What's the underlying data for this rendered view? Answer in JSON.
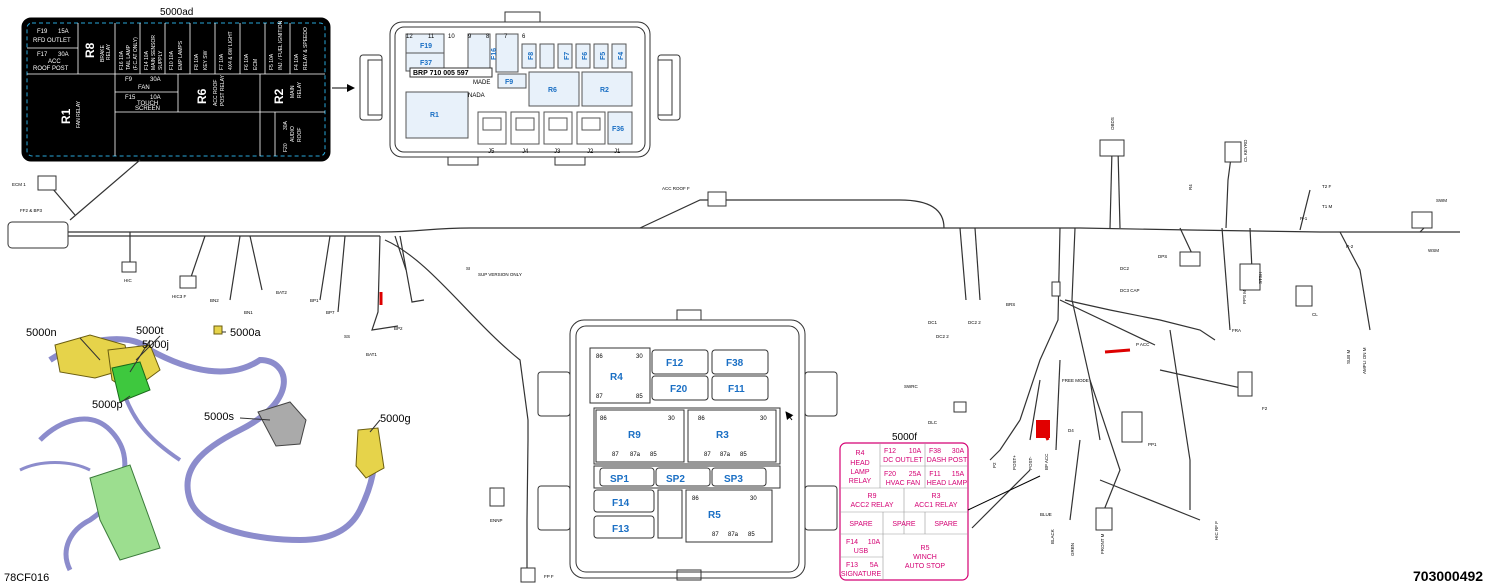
{
  "labels": {
    "top_panel_ref": "5000ad",
    "bottom_panel_ref": "5000f",
    "figure_code": "78CF016",
    "part_number": "703000492"
  },
  "black_panel": {
    "f19": "F19",
    "f19_amp": "15A",
    "f19_name": "RFD OUTLET",
    "f17": "F17",
    "f17_amp": "30A",
    "f17_name1": "ACC",
    "f17_name2": "ROOF POST",
    "r8": "R8",
    "r8_name1": "BRAKE",
    "r8_name2": "RELAY",
    "col1": "F16  10A",
    "col1b": "TAIL LAMP",
    "col1c": "(F.C.AT ONLY)",
    "col2": "F14  10A",
    "col2b": "MAIN SENSOR",
    "col2c": "SUPPLY",
    "col3": "F10  10A",
    "col3b": "EMP LAMPS",
    "col4": "F8  10A",
    "col4b": "KEY SW",
    "col5": "F7  10A",
    "col5b": "4X4 & 6W LIGHT",
    "col6": "F6  10A",
    "col6b": "ECM",
    "col7": "F5  10A",
    "col7b": "INJ. / FUEL IGNITION",
    "col8": "F4  10A",
    "col8b": "RELAY & SPEEDO",
    "f9": "F9",
    "f9_amp": "30A",
    "fan": "FAN",
    "f15": "F15",
    "f15_amp": "10A",
    "touch1": "TOUCH",
    "touch2": "SCREEN",
    "r1": "R1",
    "r1_name": "FAN RELAY",
    "r6": "R6",
    "r6_name1": "ACC ROOF",
    "r6_name2": "POST RELAY",
    "r2": "R2",
    "r2_name1": "MAIN",
    "r2_name2": "RELAY",
    "f20": "F20",
    "f20_amp": "30A",
    "f20_name1": "AUDIO",
    "f20_name2": "ROOF"
  },
  "top_box": {
    "f19": "F19",
    "f37": "F37",
    "f16": "F16",
    "f9": "F9",
    "f8": "F8",
    "f7": "F7",
    "f6": "F6",
    "f5": "F5",
    "f4": "F4",
    "r6": "R6",
    "r2": "R2",
    "r1": "R1",
    "f36": "F36",
    "brp": "BRP  710 005 597",
    "made": "MADE",
    "nada": "NADA",
    "j5": "J5",
    "j4": "J4",
    "j3": "J3",
    "j2": "J2",
    "j1": "J1",
    "n12": "12",
    "n11": "11",
    "n10": "10",
    "n9": "9",
    "n8": "8",
    "n7": "7",
    "n6": "6"
  },
  "bottom_box": {
    "r4": "R4",
    "f12": "F12",
    "f38": "F38",
    "f20": "F20",
    "f11": "F11",
    "r9": "R9",
    "r3": "R3",
    "sp1": "SP1",
    "sp2": "SP2",
    "sp3": "SP3",
    "f14": "F14",
    "f13": "F13",
    "r5": "R5",
    "p86": "86",
    "p30": "30",
    "p87": "87",
    "p87a": "87a",
    "p85": "85"
  },
  "pink_table": {
    "r4": "R4",
    "r4_a": "HEAD",
    "r4_b": "LAMP",
    "r4_c": "RELAY",
    "f12": "F12",
    "f12_amp": "10A",
    "f12_name": "DC OUTLET",
    "f38": "F38",
    "f38_amp": "30A",
    "f38_name": "DASH POST",
    "f20": "F20",
    "f20_amp": "25A",
    "f20_name": "HVAC FAN",
    "f11": "F11",
    "f11_amp": "15A",
    "f11_name": "HEAD LAMP",
    "r9": "R9",
    "r9_name": "ACC2 RELAY",
    "r3": "R3",
    "r3_name": "ACC1 RELAY",
    "spare": "SPARE",
    "f14": "F14",
    "f14_amp": "10A",
    "f14_name": "USB",
    "f13": "F13",
    "f13_amp": "5A",
    "f13_name": "SIGNATURE",
    "r5": "R5",
    "r5_a": "WINCH",
    "r5_b": "AUTO STOP"
  },
  "harness_callouts": {
    "n": "5000n",
    "t": "5000t",
    "j": "5000j",
    "a": "5000a",
    "p": "5000p",
    "s": "5000s",
    "g": "5000g"
  },
  "connectors": {
    "ecm1": "ECM 1",
    "ff2": "FF2 & BP3",
    "acc_roof": "ACC ROOF F",
    "obd": "OBDS",
    "cl_keyrd": "CL KEYRD",
    "r4": "R4",
    "t2": "T2 F",
    "t1": "T1 M",
    "r1": "R-1",
    "swm": "SWM",
    "r2": "R-2",
    "wsm": "WSM",
    "dps": "DPS",
    "dc2": "DC2",
    "dc3": "DC3 CAP",
    "dc1": "DC1",
    "dc22": "DC2 2",
    "brs": "BRS",
    "stsh": "STSH",
    "ppsm": "PPS M",
    "fra": "FRA",
    "cl": "CL",
    "sub": "SUB M",
    "ampl": "AMPLI ON M",
    "hic": "HIC",
    "hic3": "HIC3 F",
    "bn2": "BN2",
    "bn1": "BN1",
    "bat2": "BAT2",
    "bp1": "BP1",
    "bp7": "BP7",
    "ss": "SS",
    "bat1": "BAT1",
    "bp2": "BP2",
    "si": "SI",
    "sub_only": "SUP VERSION ONLY",
    "ennp": "ENNP",
    "fp": "FP F",
    "pacc": "P ACC",
    "fsmec": "FREE MODE",
    "swrc": "SWRC",
    "dlc": "DLC",
    "p2": "P2",
    "post1": "POST+",
    "post2": "POST-",
    "bpacc": "BP ACC",
    "f2": "F2",
    "pp1": "PP1",
    "blue": "BLUE",
    "black": "BLACK",
    "grbn": "GRBN",
    "front": "FRONT M",
    "hic_rf": "HIC RF F",
    "d4": "D4"
  }
}
